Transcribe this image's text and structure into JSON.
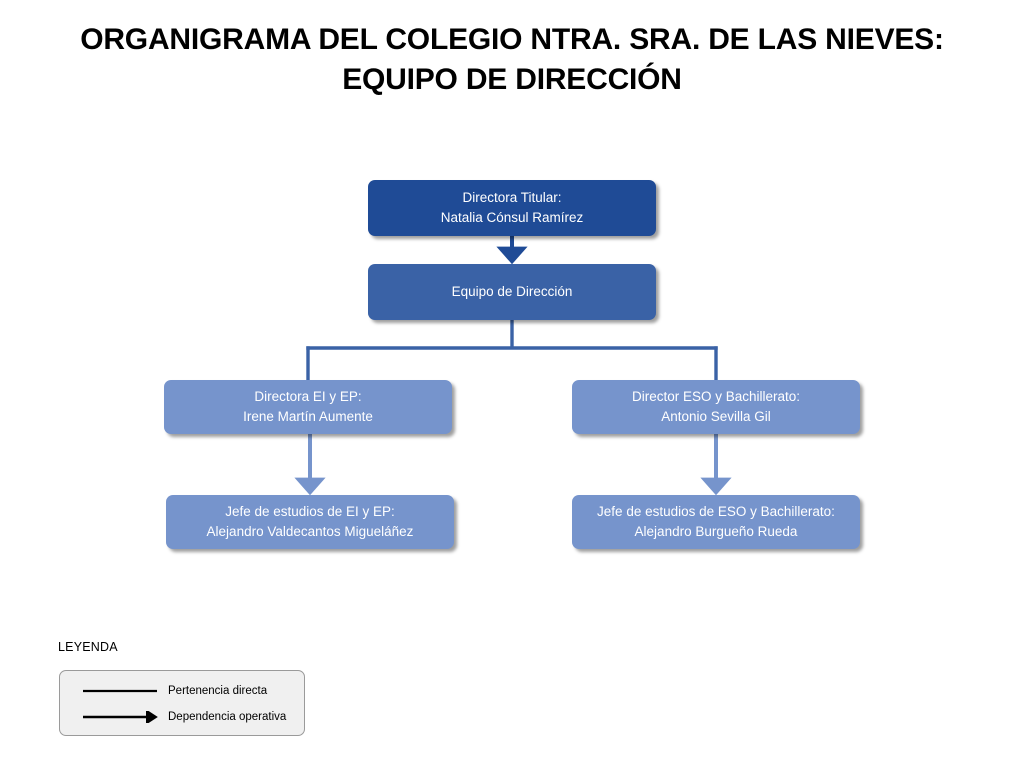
{
  "title": "ORGANIGRAMA DEL COLEGIO NTRA. SRA. DE LAS NIEVES:\nEQUIPO DE DIRECCIÓN",
  "colors": {
    "level0": "#1F4B96",
    "level1": "#3A62A6",
    "level2": "#7694CC",
    "level3": "#7694CC",
    "connector_dark": "#1F4B96",
    "connector_mid": "#3A62A6",
    "connector_light": "#7694CC",
    "legend_fill": "#F0F0F0",
    "legend_border": "#9A9A9A",
    "legend_line": "#000000",
    "text_on_box": "#FFFFFF",
    "page_background": "#FFFFFF"
  },
  "nodes": {
    "directora_titular": "Directora Titular:\nNatalia Cónsul Ramírez",
    "equipo_direccion": "Equipo de Dirección",
    "directora_ei_ep": "Directora EI y EP:\nIrene Martín Aumente",
    "director_eso_bach": "Director ESO y Bachillerato:\nAntonio Sevilla Gil",
    "jefe_ei_ep": "Jefe de estudios de EI y EP:\nAlejandro Valdecantos Migueláñez",
    "jefe_eso_bach": "Jefe de estudios de ESO y Bachillerato:\nAlejandro Burgueño Rueda"
  },
  "connections": [
    {
      "from": "directora_titular",
      "to": "equipo_direccion",
      "type": "dependencia-operativa"
    },
    {
      "from": "equipo_direccion",
      "to": "directora_ei_ep",
      "type": "pertenencia-directa"
    },
    {
      "from": "equipo_direccion",
      "to": "director_eso_bach",
      "type": "pertenencia-directa"
    },
    {
      "from": "directora_ei_ep",
      "to": "jefe_ei_ep",
      "type": "dependencia-operativa"
    },
    {
      "from": "director_eso_bach",
      "to": "jefe_eso_bach",
      "type": "dependencia-operativa"
    }
  ],
  "legend": {
    "title": "LEYENDA",
    "items": [
      {
        "label": "Pertenencia directa",
        "style": "line"
      },
      {
        "label": "Dependencia operativa",
        "style": "arrow"
      }
    ]
  }
}
